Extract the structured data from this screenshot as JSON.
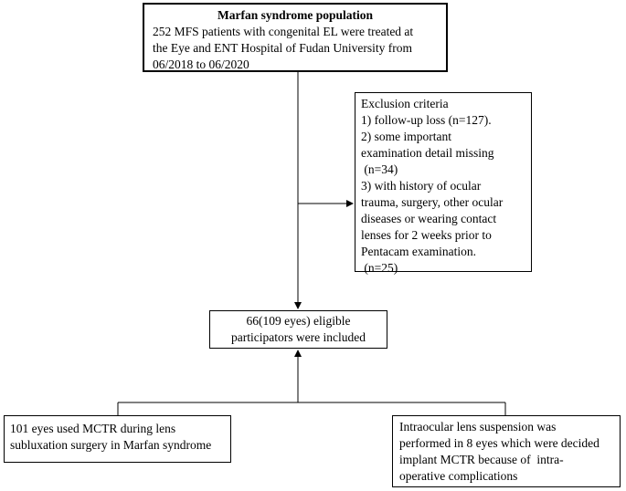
{
  "population_box": {
    "title": "Marfan syndrome population",
    "lines": [
      "252 MFS patients with congenital EL were treated at",
      "the Eye and ENT Hospital of Fudan University from",
      "06/2018 to 06/2020"
    ]
  },
  "exclusion_box": {
    "lines": [
      "Exclusion criteria",
      "1) follow-up loss (n=127).",
      "2) some important",
      "examination detail missing",
      " (n=34)",
      "3) with history of ocular",
      "trauma, surgery, other ocular",
      "diseases or wearing contact",
      "lenses for 2 weeks prior to",
      "Pentacam examination.",
      " (n=25)"
    ]
  },
  "eligible_box": {
    "lines": [
      "66(109 eyes) eligible",
      "participators were included"
    ]
  },
  "mctr_box": {
    "lines": [
      "101 eyes used MCTR during lens",
      "subluxation surgery in Marfan syndrome"
    ]
  },
  "suspension_box": {
    "lines": [
      "Intraocular lens suspension was",
      "performed in 8 eyes which were decided",
      "implant MCTR because of  intra-",
      "operative complications"
    ]
  }
}
